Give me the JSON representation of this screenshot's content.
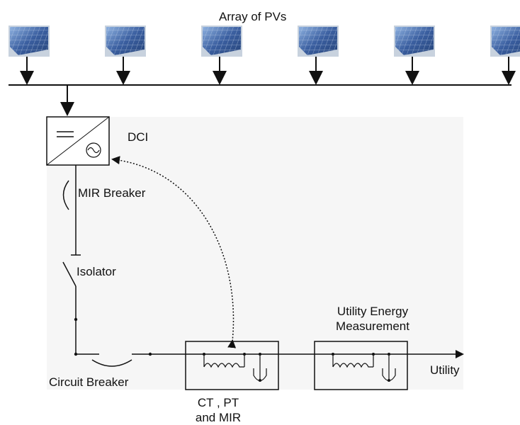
{
  "header": {
    "title": "Array of PVs"
  },
  "panels": {
    "count": 6
  },
  "components": {
    "dci_label": "DCI",
    "mir_breaker_label": "MIR Breaker",
    "isolator_label": "Isolator",
    "circuit_breaker_label": "Circuit Breaker",
    "ct_pt_mir_line1": "CT , PT",
    "ct_pt_mir_line2": "and MIR",
    "utility_energy_line1": "Utility Energy",
    "utility_energy_line2": "Measurement",
    "utility_label": "Utility"
  },
  "colors": {
    "line": "#111111",
    "panel_blue_dark": "#2e4f86",
    "panel_blue_light": "#7ea3d6",
    "panel_frame": "#c8d2de",
    "background_box": "#f5f5f5"
  }
}
